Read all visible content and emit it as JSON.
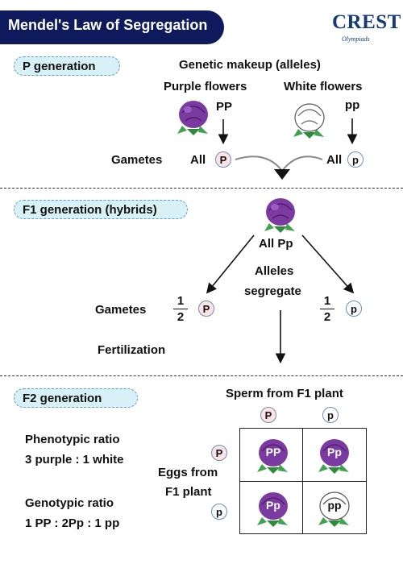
{
  "header": {
    "title": "Mendel's Law of Segregation"
  },
  "brand": {
    "name": "CREST",
    "tagline": "Olympiads"
  },
  "p_generation": {
    "label": "P generation",
    "genetic_makeup_title": "Genetic makeup (alleles)",
    "purple_title": "Purple flowers",
    "purple_genotype": "PP",
    "white_title": "White flowers",
    "white_genotype": "pp",
    "gametes_label": "Gametes",
    "purple_gamete_prefix": "All",
    "purple_gamete": "P",
    "white_gamete_prefix": "All",
    "white_gamete": "p"
  },
  "f1_generation": {
    "label": "F1 generation (hybrids)",
    "all_genotype": "All Pp",
    "alleles_segregate_line1": "Alleles",
    "alleles_segregate_line2": "segregate",
    "gametes_label": "Gametes",
    "left_fraction_num": "1",
    "left_fraction_den": "2",
    "left_gamete": "P",
    "right_fraction_num": "1",
    "right_fraction_den": "2",
    "right_gamete": "p",
    "fertilization_label": "Fertilization"
  },
  "f2_generation": {
    "label": "F2 generation",
    "sperm_label": "Sperm from F1  plant",
    "sperm_alleles": [
      "P",
      "p"
    ],
    "egg_alleles": [
      "P",
      "p"
    ],
    "eggs_label_line1": "Eggs from",
    "eggs_label_line2": "F1 plant",
    "phenotypic_title": "Phenotypic ratio",
    "phenotypic_value": "3 purple : 1 white",
    "genotypic_title": "Genotypic ratio",
    "genotypic_value": "1 PP : 2Pp : 1 pp",
    "punnett": [
      {
        "genotype": "PP",
        "color": "purple"
      },
      {
        "genotype": "Pp",
        "color": "purple"
      },
      {
        "genotype": "Pp",
        "color": "purple"
      },
      {
        "genotype": "pp",
        "color": "white"
      }
    ]
  },
  "colors": {
    "header_bg": "#0e1a5c",
    "purple_flower": "#7b3aa0",
    "leaf": "#3fa34d",
    "pill_bg": "#d8f1f7"
  }
}
